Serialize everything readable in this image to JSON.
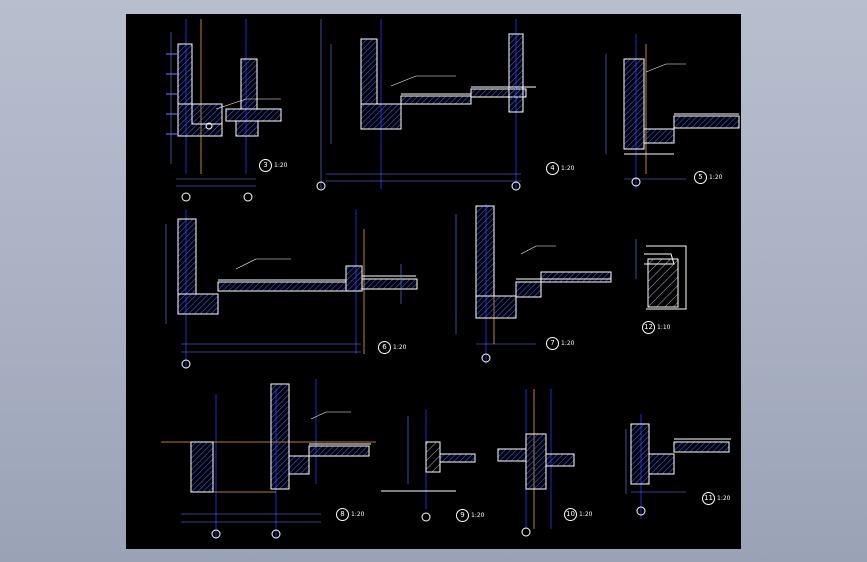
{
  "app": {
    "background": "#a9b1c3",
    "canvas_background": "#000000"
  },
  "colors": {
    "outline": "#ffffff",
    "hatch": "#3a5cff",
    "dimension": "#6f7cff",
    "axis": "#3333ff",
    "accent": "#f2a03a",
    "text": "#ffffff"
  },
  "details": [
    {
      "id": "3",
      "scale": "1:20"
    },
    {
      "id": "4",
      "scale": "1:20"
    },
    {
      "id": "5",
      "scale": "1:20"
    },
    {
      "id": "6",
      "scale": "1:20"
    },
    {
      "id": "7",
      "scale": "1:20"
    },
    {
      "id": "12",
      "scale": "1:10"
    },
    {
      "id": "8",
      "scale": "1:20"
    },
    {
      "id": "9",
      "scale": "1:20"
    },
    {
      "id": "10",
      "scale": "1:20"
    },
    {
      "id": "11",
      "scale": "1:20"
    }
  ]
}
